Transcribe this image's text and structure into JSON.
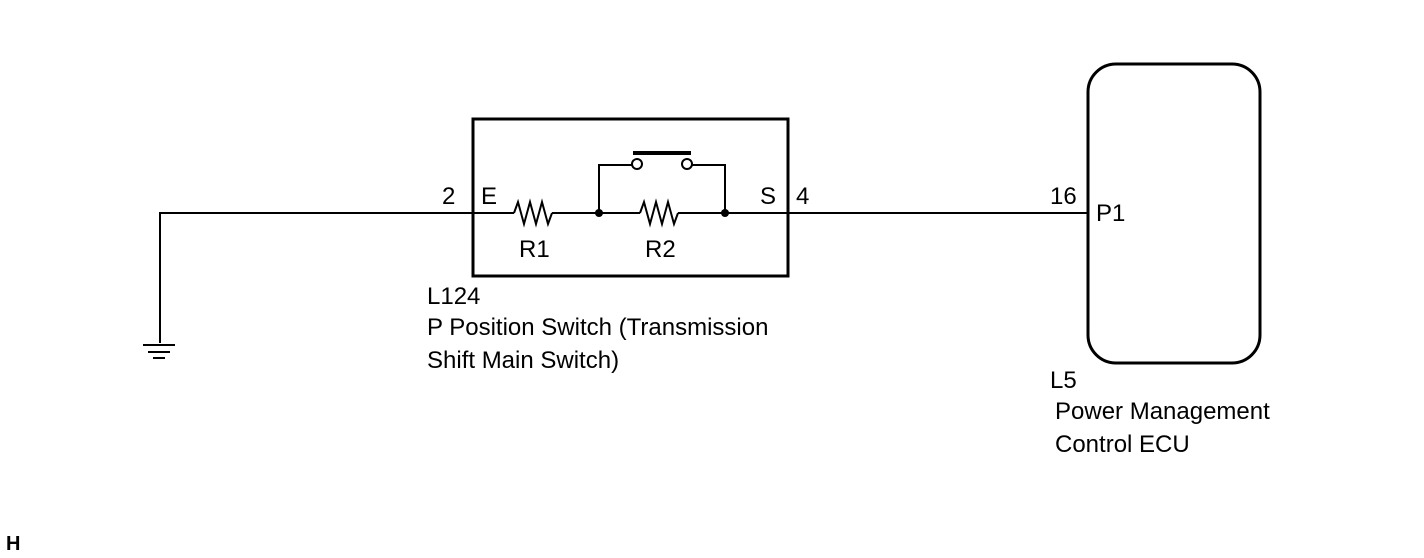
{
  "switch": {
    "connector_id": "L124",
    "name_line1": "P Position Switch (Transmission",
    "name_line2": "Shift Main Switch)",
    "terminals": {
      "left_pin": "2",
      "left_name": "E",
      "right_name": "S",
      "right_pin": "4"
    },
    "resistors": [
      "R1",
      "R2"
    ]
  },
  "ecu": {
    "connector_id": "L5",
    "name_line1": "Power Management",
    "name_line2": "Control ECU",
    "pin": "16",
    "terminal": "P1"
  },
  "corner_mark": "H"
}
